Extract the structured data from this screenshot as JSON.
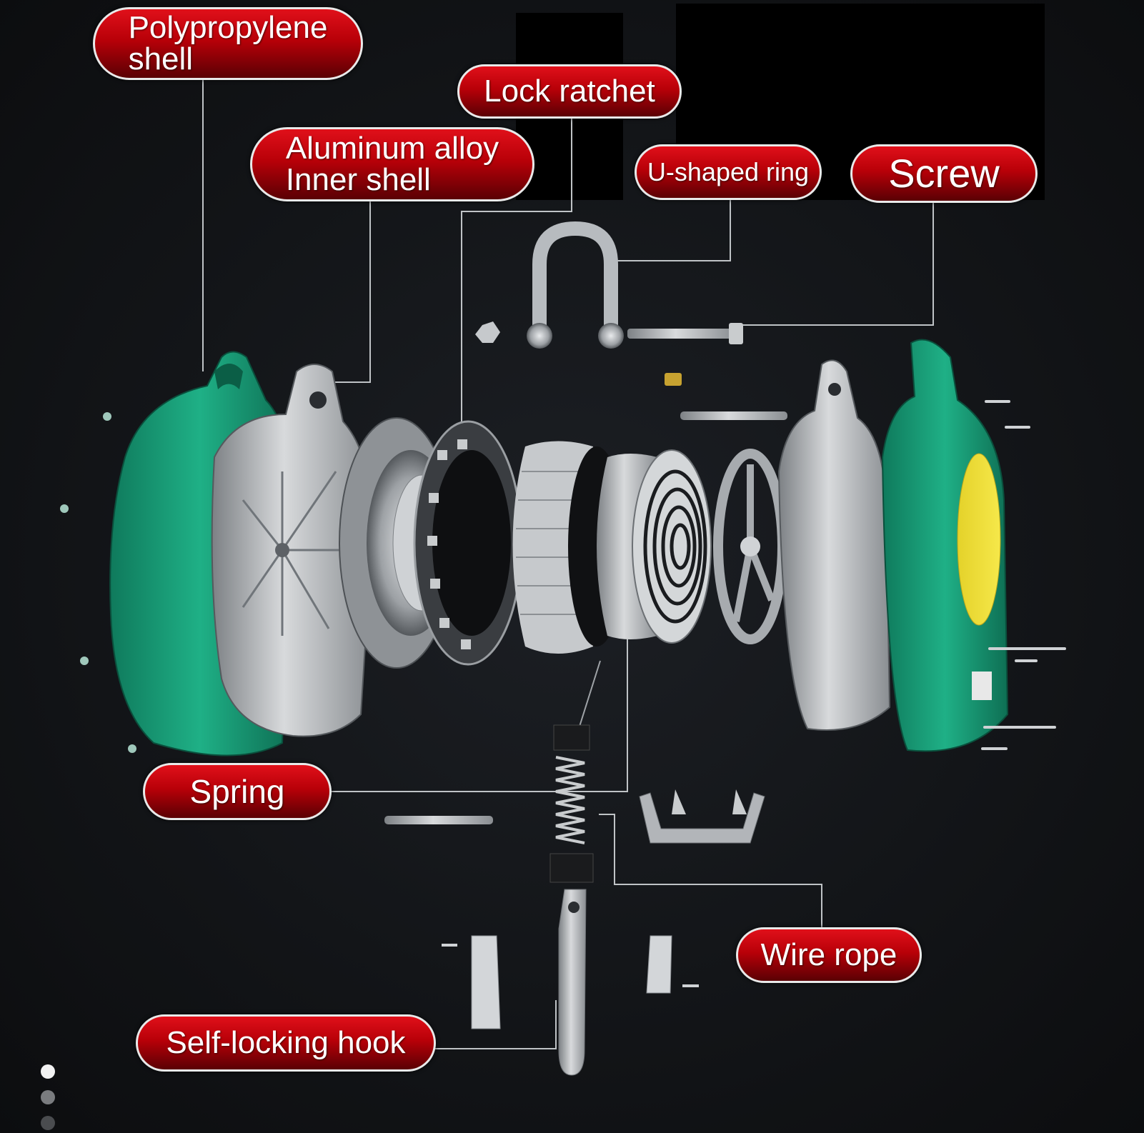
{
  "labels": {
    "polypropylene_shell": "Polypropylene\nshell",
    "aluminum_inner_shell": "Aluminum alloy\nInner shell",
    "lock_ratchet": "Lock ratchet",
    "u_shaped_ring": "U-shaped ring",
    "screw": "Screw",
    "spring": "Spring",
    "wire_rope": "Wire rope",
    "self_locking_hook": "Self-locking hook"
  },
  "colors": {
    "callout_red": "#c8000a",
    "callout_border": "#e9e9e9",
    "housing_green": "#1aa07a",
    "metal_silver": "#b9bcbf",
    "background": "#141619"
  },
  "carousel": {
    "dots": 3,
    "active_index": 0
  }
}
